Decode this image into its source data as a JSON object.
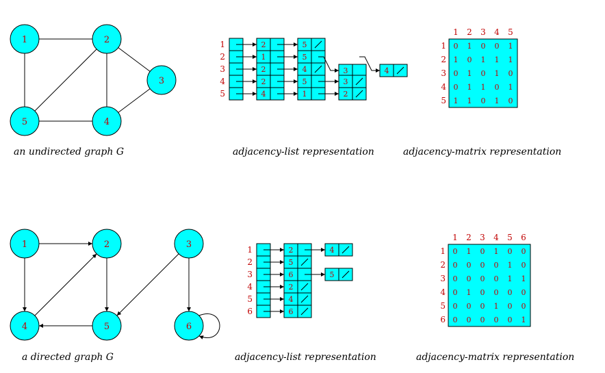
{
  "colors": {
    "fill": "#00ffff",
    "label": "#c00000",
    "line": "#000000"
  },
  "undirected": {
    "caption": "an undirected graph G",
    "nodes": [
      "1",
      "2",
      "3",
      "4",
      "5"
    ],
    "edges": [
      [
        "1",
        "2"
      ],
      [
        "1",
        "5"
      ],
      [
        "2",
        "5"
      ],
      [
        "2",
        "4"
      ],
      [
        "2",
        "3"
      ],
      [
        "3",
        "4"
      ],
      [
        "4",
        "5"
      ]
    ],
    "list_caption": "adjacency-list representation",
    "lists": [
      {
        "head": "1",
        "adj": [
          "2",
          "5"
        ]
      },
      {
        "head": "2",
        "adj": [
          "1",
          "5",
          "3",
          "4"
        ]
      },
      {
        "head": "3",
        "adj": [
          "2",
          "4"
        ]
      },
      {
        "head": "4",
        "adj": [
          "2",
          "5",
          "3"
        ]
      },
      {
        "head": "5",
        "adj": [
          "4",
          "1",
          "2"
        ]
      }
    ],
    "matrix_caption": "adjacency-matrix representation",
    "matrix_cols": [
      "1",
      "2",
      "3",
      "4",
      "5"
    ],
    "matrix": [
      [
        "0",
        "1",
        "0",
        "0",
        "1"
      ],
      [
        "1",
        "0",
        "1",
        "1",
        "1"
      ],
      [
        "0",
        "1",
        "0",
        "1",
        "0"
      ],
      [
        "0",
        "1",
        "1",
        "0",
        "1"
      ],
      [
        "1",
        "1",
        "0",
        "1",
        "0"
      ]
    ]
  },
  "directed": {
    "caption": "a directed graph G",
    "nodes": [
      "1",
      "2",
      "3",
      "4",
      "5",
      "6"
    ],
    "edges": [
      [
        "1",
        "2"
      ],
      [
        "1",
        "4"
      ],
      [
        "2",
        "5"
      ],
      [
        "4",
        "2"
      ],
      [
        "5",
        "4"
      ],
      [
        "3",
        "5"
      ],
      [
        "3",
        "6"
      ],
      [
        "6",
        "6"
      ]
    ],
    "list_caption": "adjacency-list representation",
    "lists": [
      {
        "head": "1",
        "adj": [
          "2",
          "4"
        ]
      },
      {
        "head": "2",
        "adj": [
          "5"
        ]
      },
      {
        "head": "3",
        "adj": [
          "6",
          "5"
        ]
      },
      {
        "head": "4",
        "adj": [
          "2"
        ]
      },
      {
        "head": "5",
        "adj": [
          "4"
        ]
      },
      {
        "head": "6",
        "adj": [
          "6"
        ]
      }
    ],
    "matrix_caption": "adjacency-matrix representation",
    "matrix_cols": [
      "1",
      "2",
      "3",
      "4",
      "5",
      "6"
    ],
    "matrix": [
      [
        "0",
        "1",
        "0",
        "1",
        "0",
        "0"
      ],
      [
        "0",
        "0",
        "0",
        "0",
        "1",
        "0"
      ],
      [
        "0",
        "0",
        "0",
        "0",
        "1",
        "1"
      ],
      [
        "0",
        "1",
        "0",
        "0",
        "0",
        "0"
      ],
      [
        "0",
        "0",
        "0",
        "1",
        "0",
        "0"
      ],
      [
        "0",
        "0",
        "0",
        "0",
        "0",
        "1"
      ]
    ]
  }
}
